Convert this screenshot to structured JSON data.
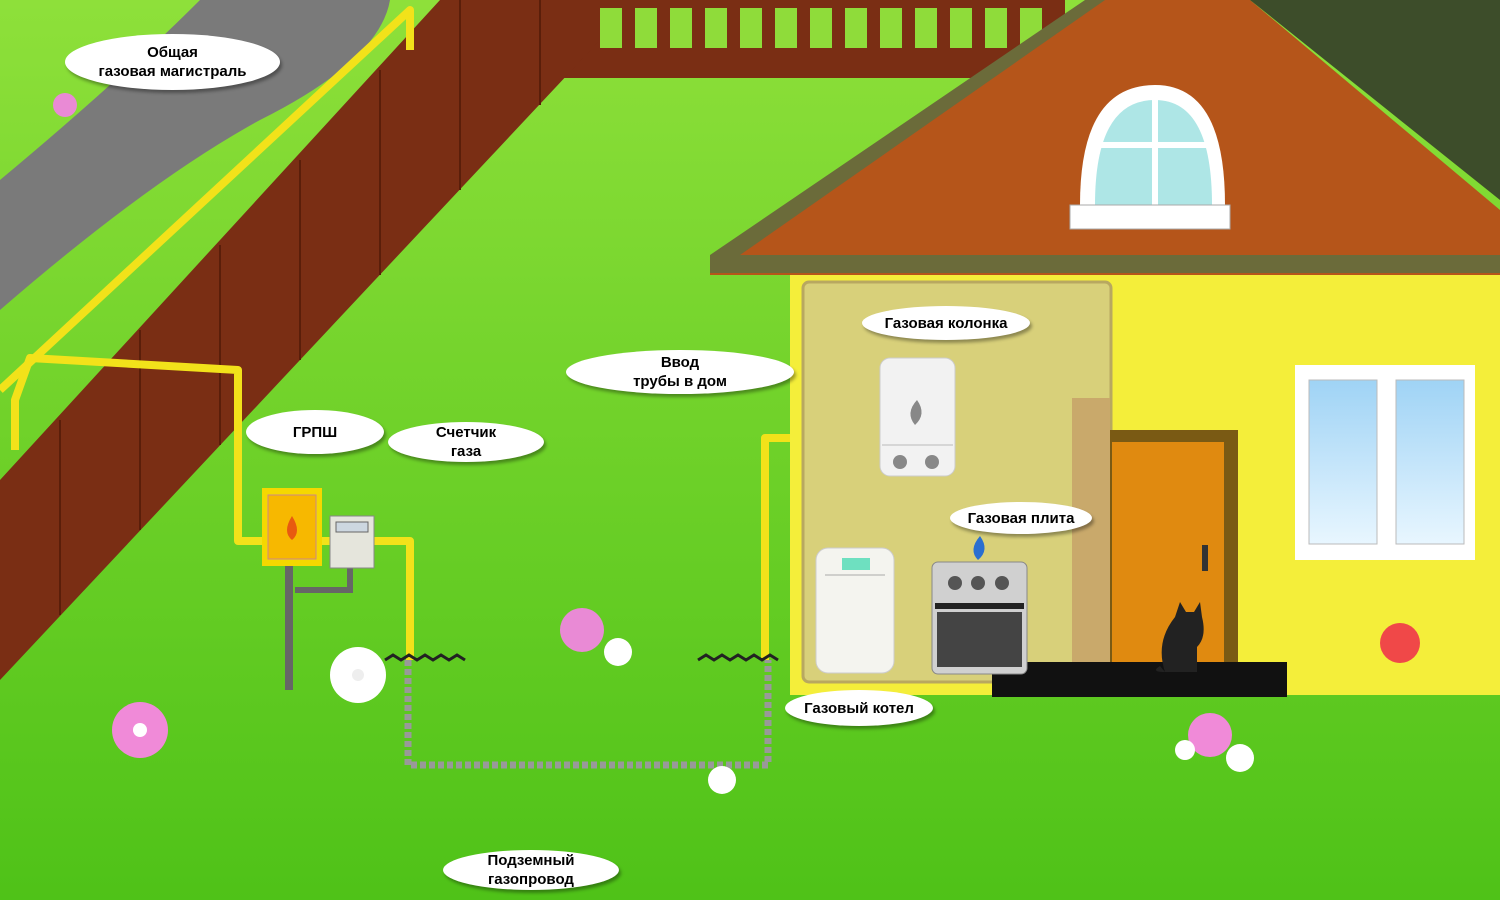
{
  "title": "Схема газификации частного дома",
  "labels": {
    "main_line": "Общая\nгазовая магистраль",
    "grpsh": "ГРПШ",
    "meter": "Счетчик\nгаза",
    "entry": "Ввод\nтрубы в дом",
    "water_heater": "Газовая колонка",
    "stove": "Газовая плита",
    "boiler": "Газовый котел",
    "underground": "Подземный\nгазопровод"
  },
  "colors": {
    "grass": "#6fd02a",
    "pipe": "#f2e21a",
    "fence": "#7a2e14",
    "roof": "#b5551a",
    "wall": "#f4ee3a",
    "door": "#e08a10"
  }
}
